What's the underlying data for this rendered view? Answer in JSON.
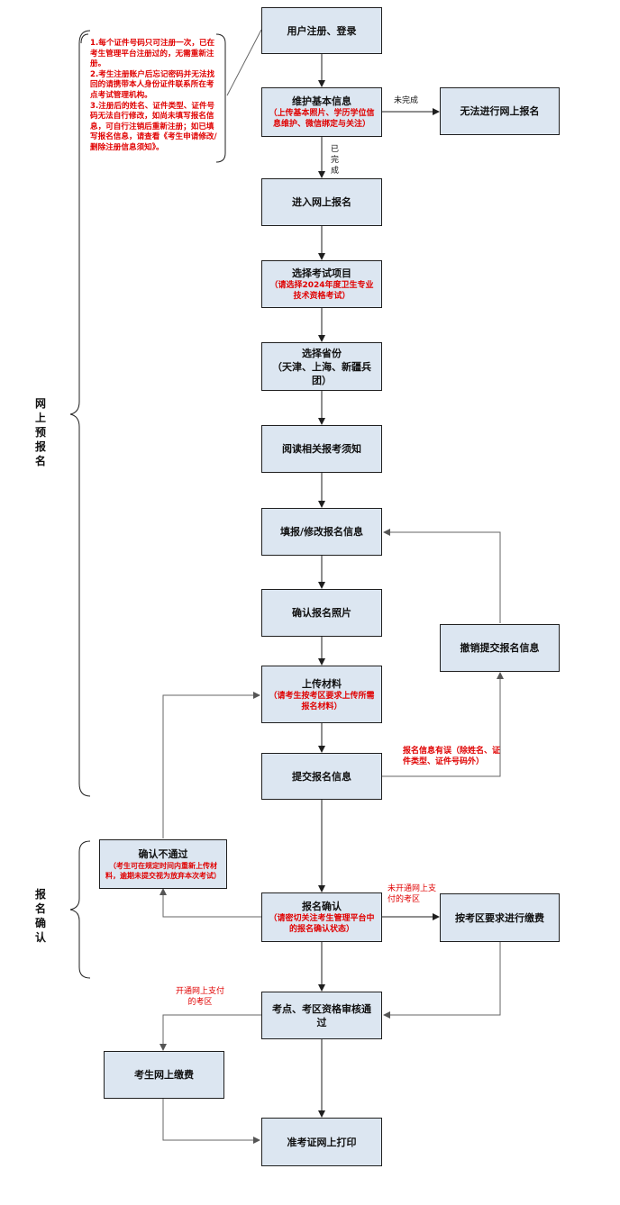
{
  "colors": {
    "box_fill": "#dce6f1",
    "accent_red": "#e00000",
    "line": "#1f1f1f"
  },
  "sections": {
    "online": "网上预报名",
    "confirm": "报名确认"
  },
  "side_note": "1.每个证件号码只可注册一次，已在考生管理平台注册过的，无需重新注册。\n2.考生注册账户后忘记密码并无法找回的请携带本人身份证件联系所在考点考试管理机构。\n3.注册后的姓名、证件类型、证件号码无法自行修改，如尚未填写报名信息，可自行注销后重新注册；如已填写报名信息，请查看《考生申请修改/删除注册信息须知》。",
  "boxes": {
    "register": {
      "title": "用户注册、登录"
    },
    "basic_info": {
      "title": "维护基本信息",
      "note": "（上传基本照片、学历学位信息维护、微信绑定与关注）"
    },
    "cannot": {
      "title": "无法进行网上报名"
    },
    "enter": {
      "title": "进入网上报名"
    },
    "select_project": {
      "title": "选择考试项目",
      "note": "（请选择2024年度卫生专业技术资格考试）"
    },
    "select_province": {
      "title": "选择省份",
      "sub": "（天津、上海、新疆兵团）"
    },
    "read_notice": {
      "title": "阅读相关报考须知"
    },
    "fill_info": {
      "title": "填报/修改报名信息"
    },
    "confirm_photo": {
      "title": "确认报名照片"
    },
    "revoke": {
      "title": "撤销提交报名信息"
    },
    "upload": {
      "title": "上传材料",
      "note": "（请考生按考区要求上传所需报名材料）"
    },
    "submit": {
      "title": "提交报名信息"
    },
    "confirm_fail": {
      "title": "确认不通过",
      "note": "（考生可在规定时间内重新上传材料，逾期未提交视为放弃本次考试）"
    },
    "confirm": {
      "title": "报名确认",
      "note": "（请密切关注考生管理平台中的报名确认状态）"
    },
    "pay_region": {
      "title": "按考区要求进行缴费"
    },
    "review": {
      "title": "考点、考区资格审核通过"
    },
    "pay_online": {
      "title": "考生网上缴费"
    },
    "print": {
      "title": "准考证网上打印"
    }
  },
  "edges": {
    "unfinished": "未完成",
    "finished": "已完成",
    "info_error": "报名信息有误（除姓名、证件类型、证件号码外）",
    "no_online_pay": "未开通网上支付的考区",
    "online_pay": "开通网上支付的考区"
  }
}
